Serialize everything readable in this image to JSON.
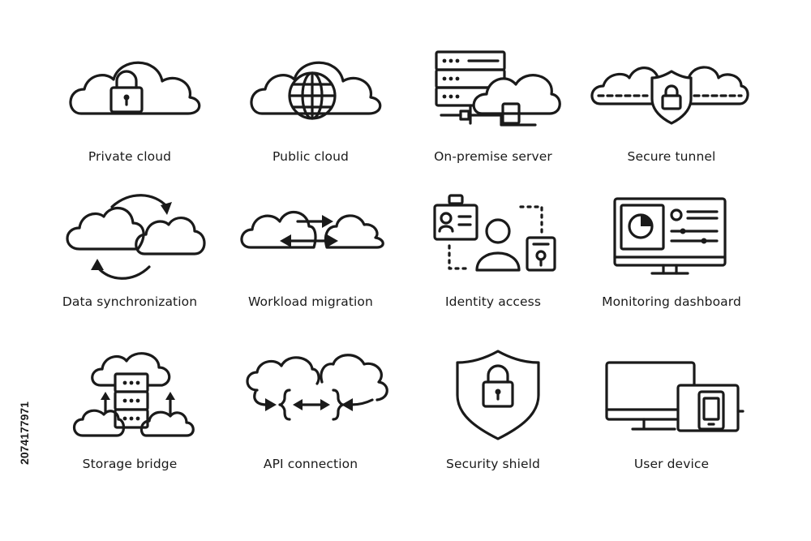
{
  "icons": [
    {
      "label": "Private cloud",
      "icon": "lock-cloud-icon"
    },
    {
      "label": "Public cloud",
      "icon": "globe-cloud-icon"
    },
    {
      "label": "On-premise server",
      "icon": "server-cloud-icon"
    },
    {
      "label": "Secure tunnel",
      "icon": "shield-tunnel-icon"
    },
    {
      "label": "Data synchronization",
      "icon": "cloud-sync-icon"
    },
    {
      "label": "Workload migration",
      "icon": "cloud-migration-icon"
    },
    {
      "label": "Identity access",
      "icon": "id-badge-user-icon"
    },
    {
      "label": "Monitoring dashboard",
      "icon": "monitor-dashboard-icon"
    },
    {
      "label": "Storage bridge",
      "icon": "storage-bridge-icon"
    },
    {
      "label": "API connection",
      "icon": "api-cloud-icon"
    },
    {
      "label": "Security shield",
      "icon": "shield-lock-icon"
    },
    {
      "label": "User device",
      "icon": "multi-device-icon"
    }
  ],
  "watermark_id": "2074177971",
  "colors": {
    "stroke": "#1a1a1a",
    "background": "#ffffff"
  }
}
